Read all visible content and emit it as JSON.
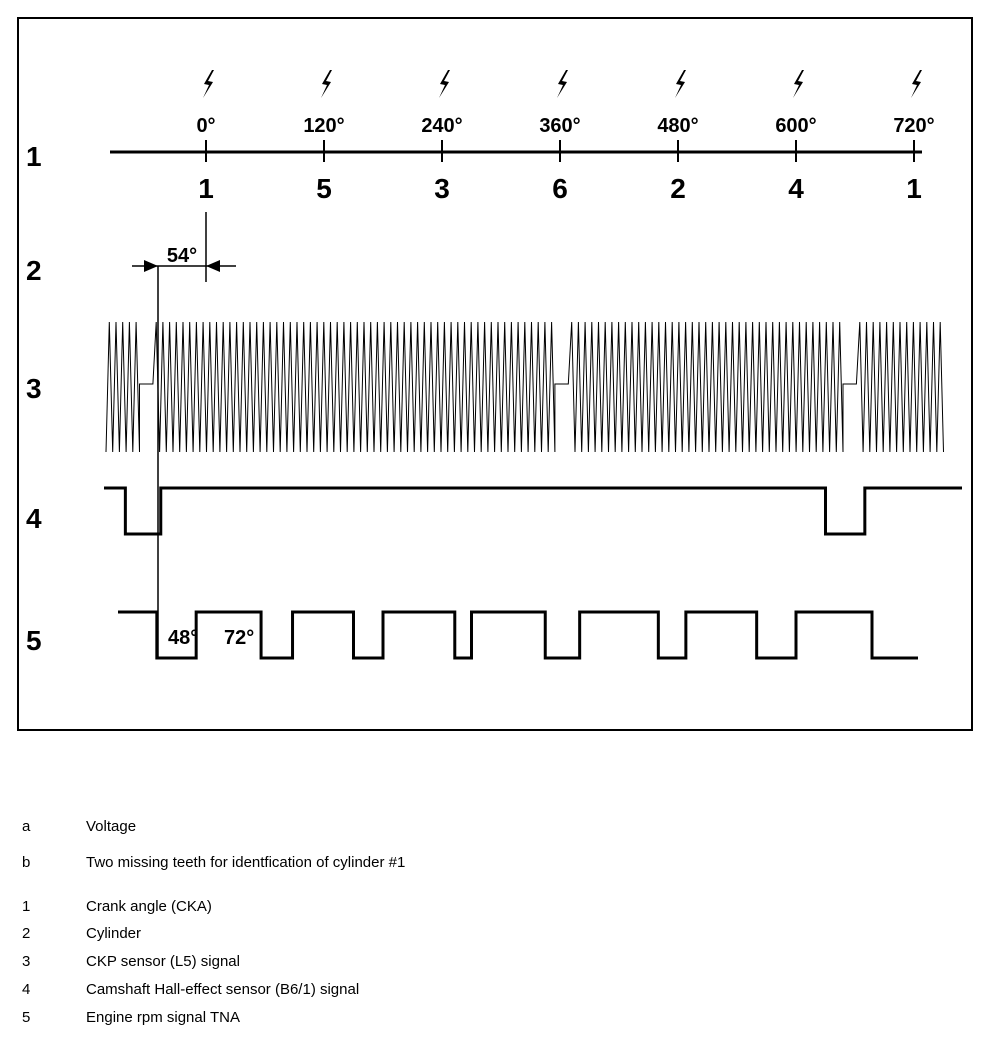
{
  "diagram": {
    "row_labels": [
      "1",
      "2",
      "3",
      "4",
      "5"
    ],
    "angles": [
      "0°",
      "120°",
      "240°",
      "360°",
      "480°",
      "600°",
      "720°"
    ],
    "angle_values": [
      0,
      120,
      240,
      360,
      480,
      600,
      720
    ],
    "firing_order": [
      "1",
      "5",
      "3",
      "6",
      "2",
      "4",
      "1"
    ],
    "offset_54": "54°",
    "tna_low": "48°",
    "tna_high": "72°",
    "spark_icon": "lightning-bolt-icon",
    "missing_teeth_gap_angles": [
      -62,
      360,
      653
    ],
    "cam_low_windows": [
      [
        -82,
        -46
      ],
      [
        630,
        670
      ]
    ],
    "tna_pulses": [
      [
        -50,
        -10
      ],
      [
        56,
        88
      ],
      [
        150,
        180
      ],
      [
        253,
        270
      ],
      [
        345,
        380
      ],
      [
        460,
        488
      ],
      [
        560,
        600
      ]
    ]
  },
  "legend": [
    {
      "key": "a",
      "text": "Voltage"
    },
    {
      "key": "b",
      "text": "Two missing teeth for identfication of cylinder #1"
    },
    {
      "key": "1",
      "text": "Crank angle (CKA)"
    },
    {
      "key": "2",
      "text": "Cylinder"
    },
    {
      "key": "3",
      "text": "CKP sensor (L5) signal"
    },
    {
      "key": "4",
      "text": "Camshaft Hall-effect sensor (B6/1) signal"
    },
    {
      "key": "5",
      "text": "Engine rpm signal TNA"
    }
  ]
}
